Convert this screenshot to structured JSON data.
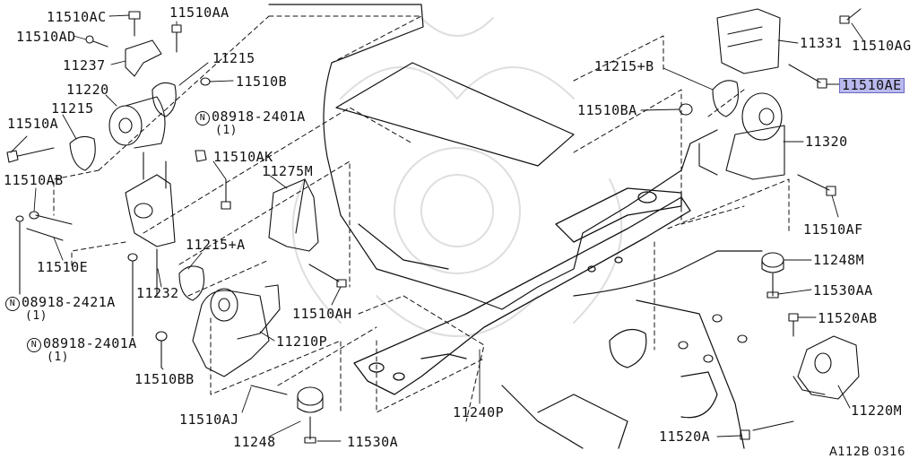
{
  "figure_id": "A112B 0316",
  "parts": {
    "p11510AC": "11510AC",
    "p11510AD": "11510AD",
    "p11510AA": "11510AA",
    "p11237": "11237",
    "p11215_top": "11215",
    "p11220": "11220",
    "p11510B": "11510B",
    "p11215_left": "11215",
    "p11510A": "11510A",
    "p08918_2401A_top": "08918-2401A",
    "qty_top": "(1)",
    "p11510AK": "11510AK",
    "p11275M": "11275M",
    "p11510AB": "11510AB",
    "p11510E": "11510E",
    "p11215A": "11215+A",
    "p11232": "11232",
    "p08918_2421A": "08918-2421A",
    "qty_mid": "(1)",
    "p08918_2401A_bot": "08918-2401A",
    "qty_bot": "(1)",
    "p11510AH": "11510AH",
    "p11210P": "11210P",
    "p11510BB": "11510BB",
    "p11510AJ": "11510AJ",
    "p11248_bot": "11248",
    "p11530A": "11530A",
    "p11240P": "11240P",
    "p11510AG": "11510AG",
    "p11331": "11331",
    "p11215B": "11215+B",
    "p11510AE": "11510AE",
    "p11510BA": "11510BA",
    "p11320": "11320",
    "p11510AF": "11510AF",
    "p11248M": "11248M",
    "p11530AA": "11530AA",
    "p11520AB": "11520AB",
    "p11220M": "11220M",
    "p11520A": "11520A"
  },
  "circle_symbol": "N",
  "colors": {
    "line": "#111111",
    "highlight": "#b9b9ee",
    "watermark": "#dedede"
  }
}
